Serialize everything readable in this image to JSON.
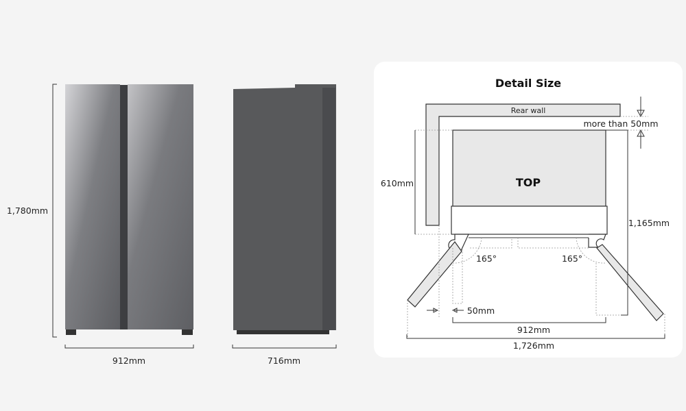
{
  "front_view": {
    "height_label": "1,780mm",
    "width_label": "912mm"
  },
  "side_view": {
    "depth_label": "716mm"
  },
  "detail_panel": {
    "title": "Detail Size",
    "rear_wall_label": "Rear wall",
    "clearance_label": "more than 50mm",
    "top_label": "TOP",
    "depth_label": "610mm",
    "open_depth_label": "1,165mm",
    "left_angle_label": "165°",
    "right_angle_label": "165°",
    "side_gap_label": "50mm",
    "width_label": "912mm",
    "open_width_label": "1,726mm"
  },
  "colors": {
    "background": "#f4f4f4",
    "panel": "#ffffff",
    "fridge_dark": "#5a5a5c",
    "fridge_light": "#c9c9cc"
  }
}
